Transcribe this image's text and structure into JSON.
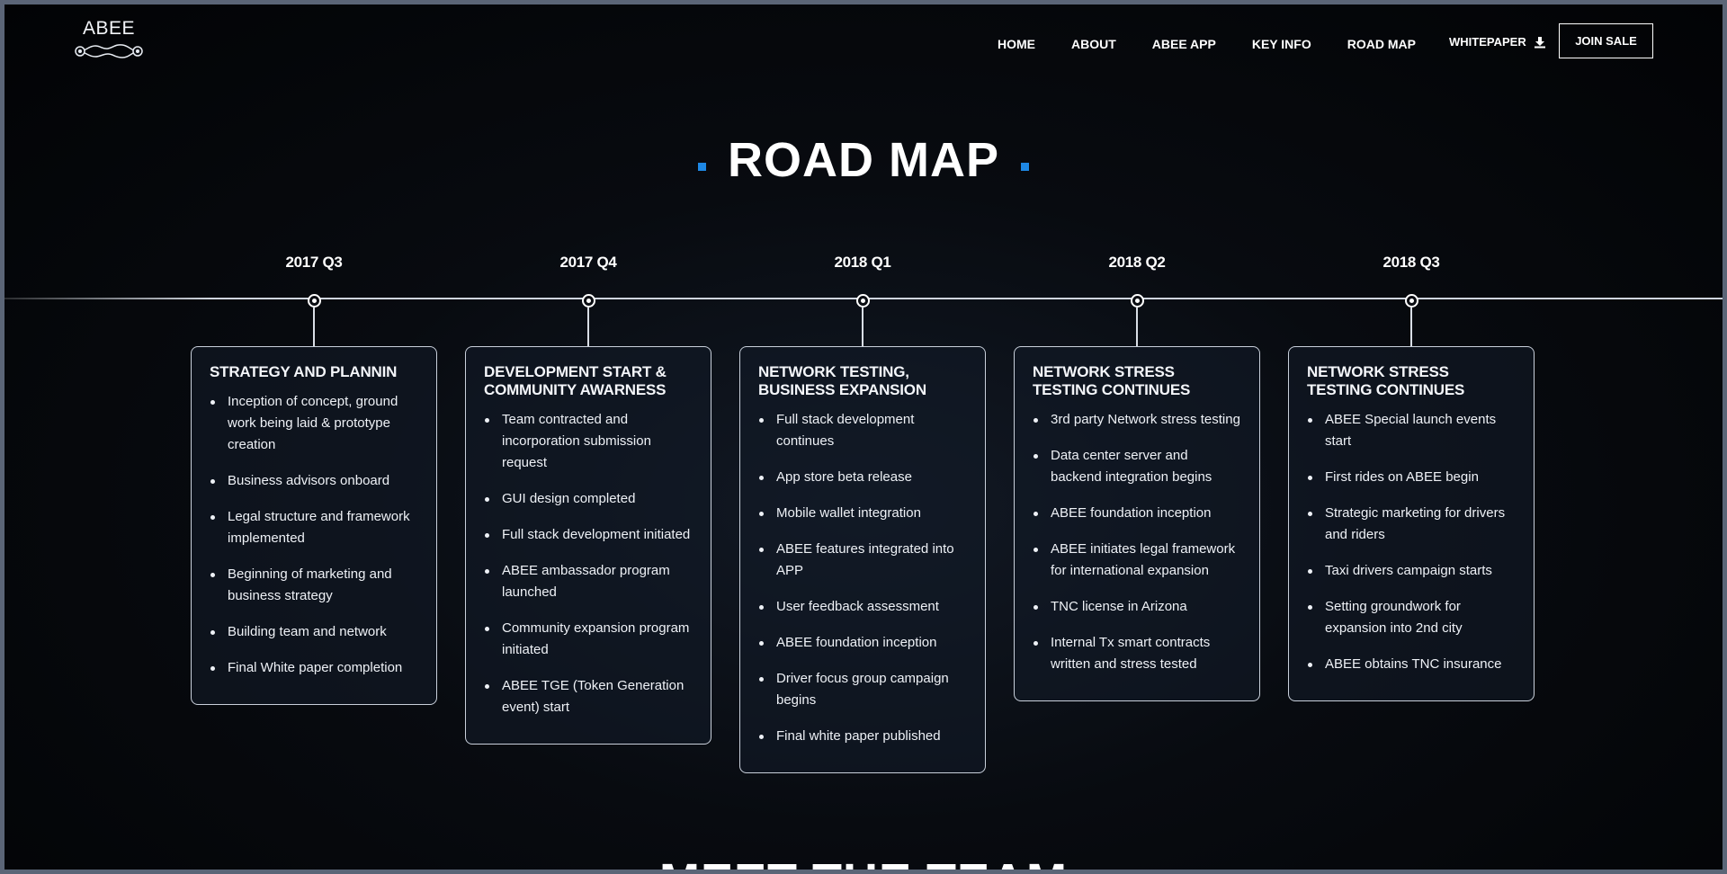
{
  "header": {
    "logo_text": "ABEE",
    "nav": [
      {
        "label": "HOME"
      },
      {
        "label": "ABOUT"
      },
      {
        "label": "ABEE APP"
      },
      {
        "label": "KEY INFO"
      },
      {
        "label": "ROAD MAP"
      }
    ],
    "whitepaper_label": "WHITEPAPER",
    "whitepaper_icon": "download-icon",
    "join_label": "JOIN SALE"
  },
  "roadmap": {
    "title": "ROAD MAP",
    "accent_color": "#1e88e5",
    "milestones": [
      {
        "quarter": "2017 Q3",
        "heading": "STRATEGY AND PLANNIN",
        "items": [
          "Inception of concept, ground work being laid & prototype creation",
          "Business advisors onboard",
          "Legal structure and framework implemented",
          "Beginning of marketing and business strategy",
          "Building team and network",
          "Final White paper completion"
        ]
      },
      {
        "quarter": "2017 Q4",
        "heading": "DEVELOPMENT START & COMMUNITY AWARNESS",
        "items": [
          "Team contracted and incorporation submission request",
          "GUI design completed",
          "Full stack development initiated",
          "ABEE ambassador program launched",
          "Community expansion program initiated",
          "ABEE TGE (Token Generation event) start"
        ]
      },
      {
        "quarter": "2018 Q1",
        "heading": "NETWORK TESTING, BUSINESS EXPANSION",
        "items": [
          "Full stack development continues",
          "App store beta release",
          "Mobile wallet integration",
          "ABEE features integrated into APP",
          "User feedback assessment",
          "ABEE foundation inception",
          "Driver focus group campaign begins",
          "Final white paper published"
        ]
      },
      {
        "quarter": "2018 Q2",
        "heading": "NETWORK STRESS TESTING CONTINUES",
        "items": [
          "3rd party Network stress testing",
          "Data center server and backend integration begins",
          "ABEE foundation inception",
          "ABEE initiates legal framework for international expansion",
          "TNC license in Arizona",
          "Internal Tx smart contracts written and stress tested"
        ]
      },
      {
        "quarter": "2018 Q3",
        "heading": "NETWORK STRESS TESTING CONTINUES",
        "items": [
          "ABEE Special launch events start",
          "First rides on ABEE begin",
          "Strategic marketing for drivers and riders",
          "Taxi drivers campaign starts",
          "Setting groundwork for expansion into 2nd city",
          "ABEE obtains TNC insurance"
        ]
      }
    ]
  },
  "next_section_title": "MEET THE TEAM"
}
